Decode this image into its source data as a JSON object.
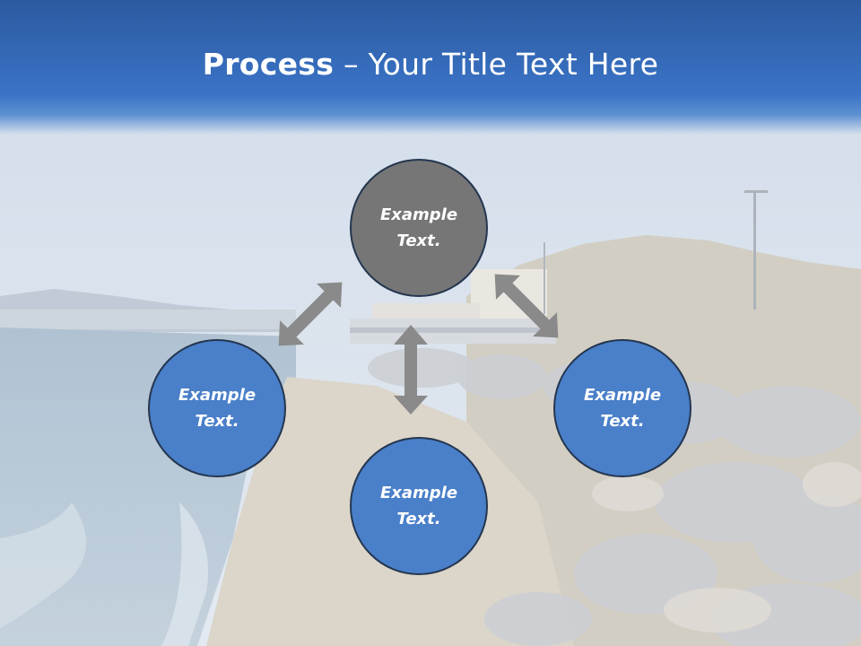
{
  "title": {
    "bold_part": "Process",
    "separator": " – ",
    "rest": "Your Title Text Here"
  },
  "nodes": [
    {
      "id": "top",
      "label": "Example\nText."
    },
    {
      "id": "left",
      "label": "Example\nText."
    },
    {
      "id": "right",
      "label": "Example\nText."
    },
    {
      "id": "bottom",
      "label": "Example\nText."
    }
  ],
  "colors": {
    "header": "#3a73c6",
    "node_blue": "#4a7fc9",
    "node_gray": "#767676",
    "node_border": "#24364f",
    "arrow": "#8a8a8a"
  },
  "icons": [
    "double-arrow-icon"
  ]
}
